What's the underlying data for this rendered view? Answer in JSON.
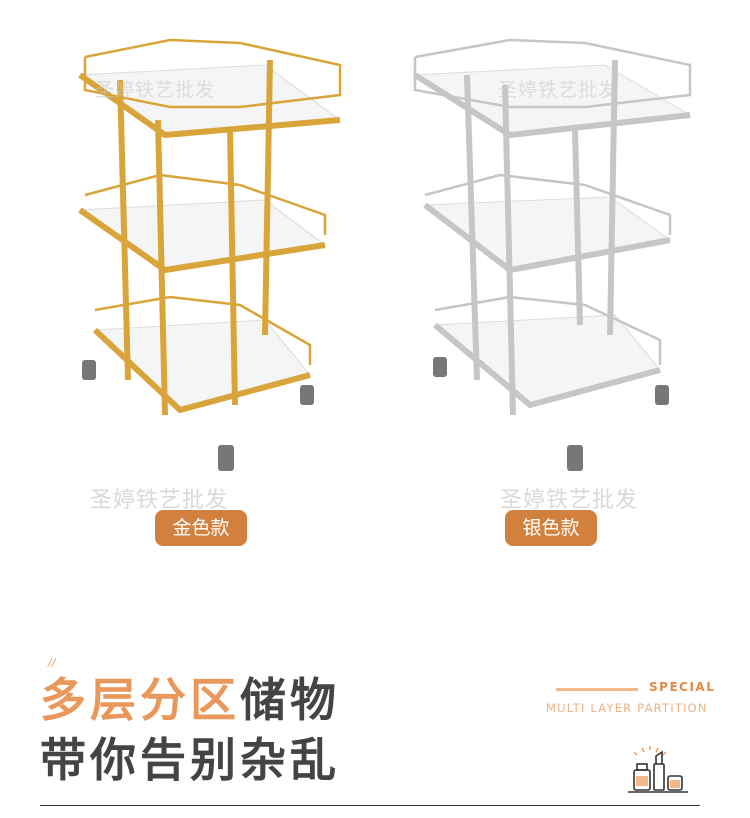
{
  "products": [
    {
      "id": "gold",
      "label": "金色款",
      "watermark": "圣婷铁艺批发",
      "frame_color": "#d9a53a"
    },
    {
      "id": "silver",
      "label": "银色款",
      "watermark": "圣婷铁艺批发",
      "frame_color": "#c6c6c6"
    }
  ],
  "headline": {
    "line1_accent": "多层分区",
    "line1_rest": "储物",
    "line2": "带你告别杂乱"
  },
  "tagline": {
    "special": "SPECIAL",
    "sub": "MULTI LAYER PARTITION"
  },
  "colors": {
    "accent": "#e9975a",
    "badge": "#d2803e",
    "headline_dark": "#444444"
  }
}
